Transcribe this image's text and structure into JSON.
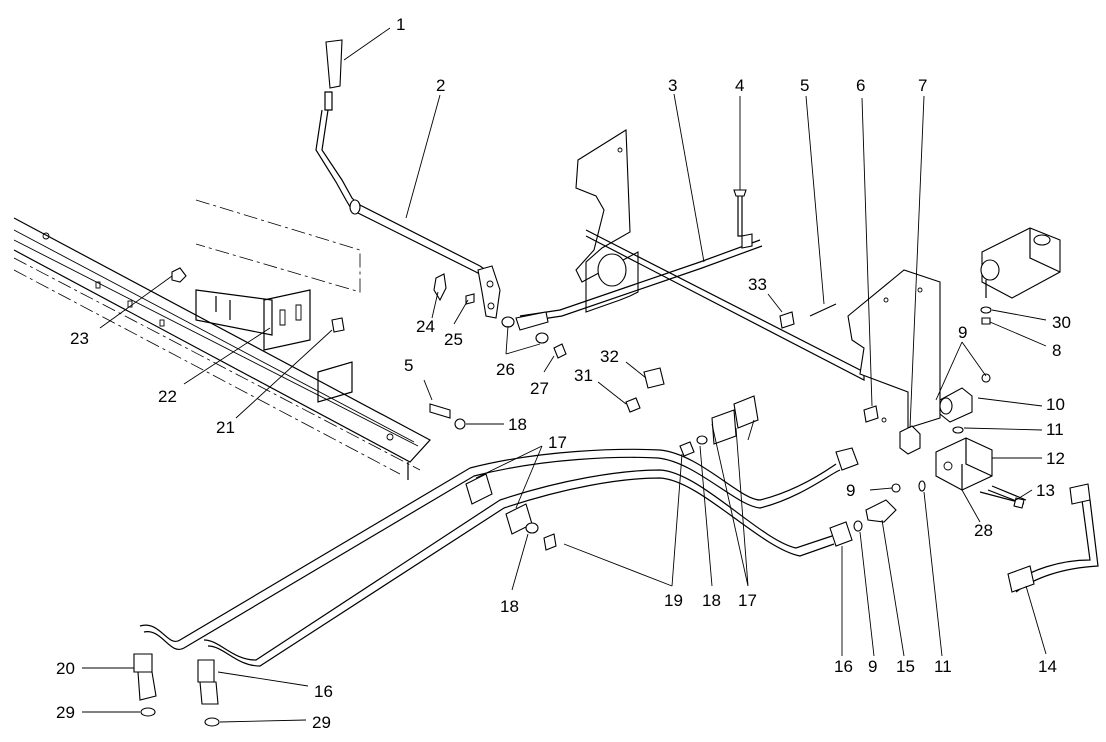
{
  "diagram": {
    "callouts": [
      "1",
      "2",
      "3",
      "4",
      "5",
      "6",
      "7",
      "33",
      "23",
      "24",
      "25",
      "22",
      "21",
      "26",
      "27",
      "32",
      "31",
      "9",
      "30",
      "8",
      "10",
      "11",
      "12",
      "13",
      "5",
      "18",
      "17",
      "9",
      "28",
      "19",
      "18",
      "17",
      "18",
      "16",
      "9",
      "15",
      "11",
      "14",
      "20",
      "16",
      "29",
      "29"
    ]
  }
}
